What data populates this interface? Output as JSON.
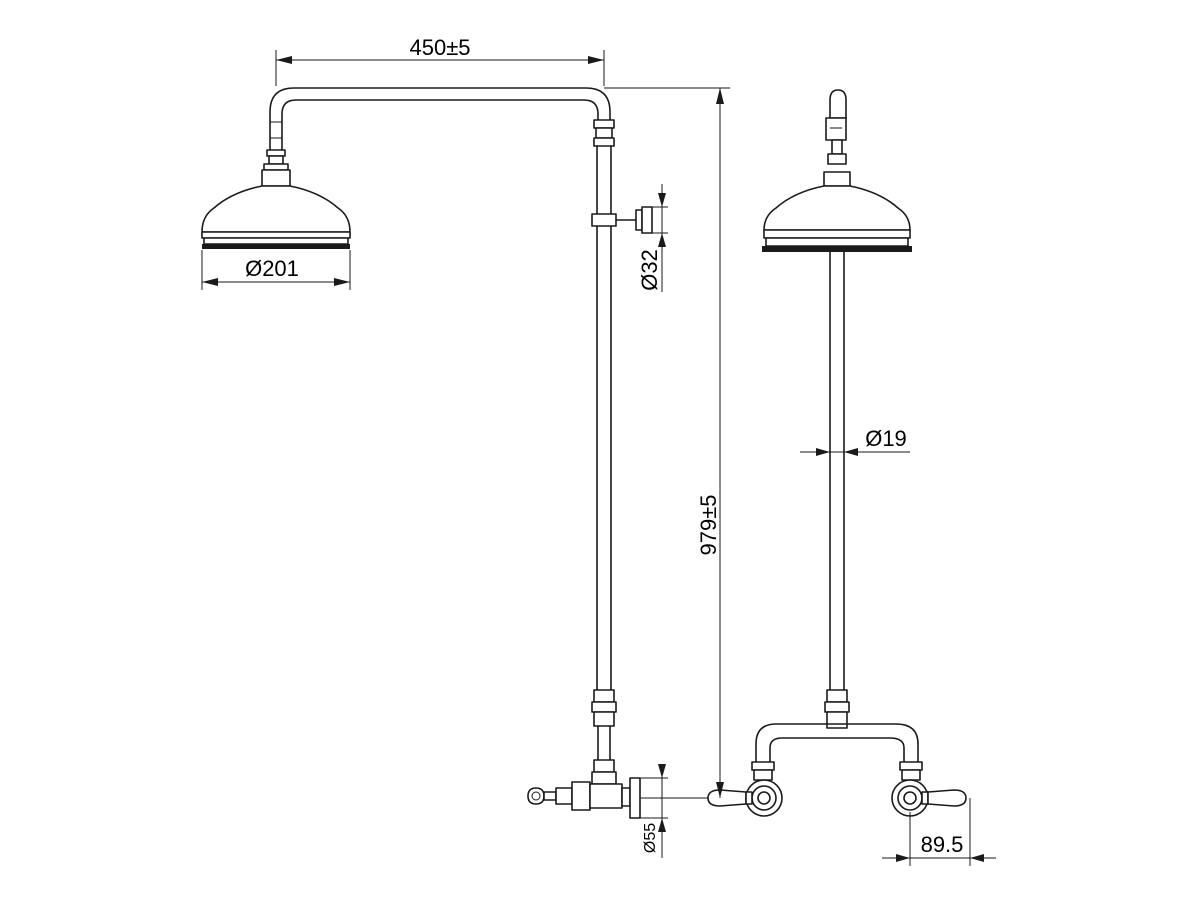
{
  "dimensions": {
    "arm_length": "450±5",
    "head_diameter": "Ø201",
    "bracket_diameter": "Ø32",
    "overall_height": "979±5",
    "riser_diameter": "Ø19",
    "flange_diameter": "Ø55",
    "offset": "89.5"
  }
}
